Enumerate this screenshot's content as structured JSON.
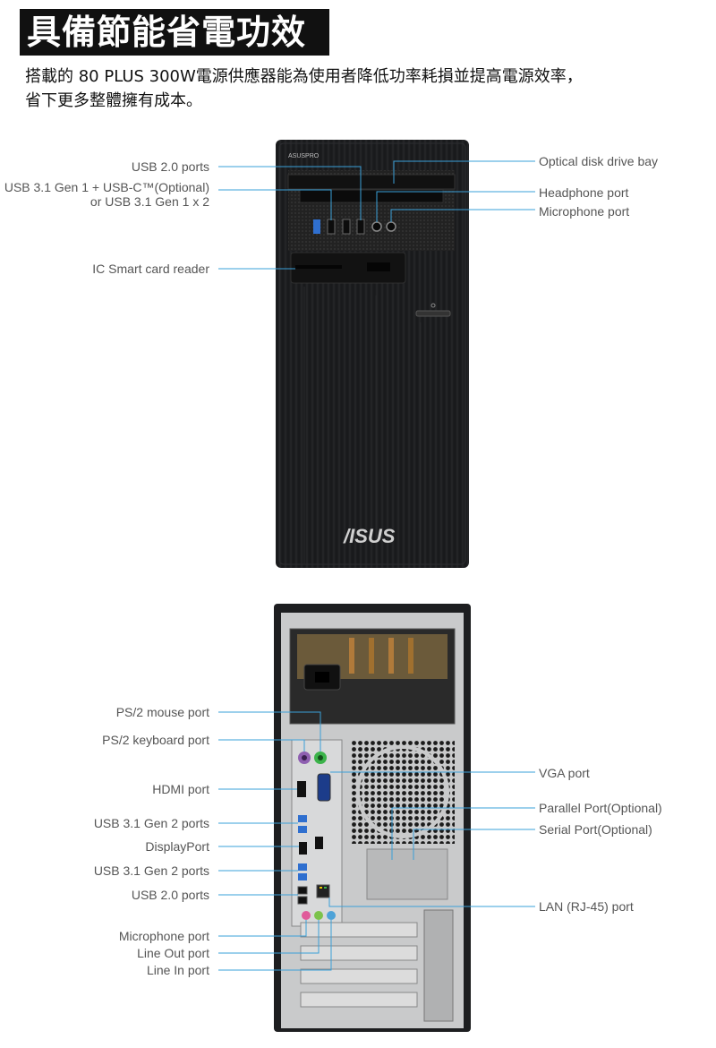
{
  "header": {
    "title": "具備節能省電功效",
    "description_line1": "搭載的 80 PLUS 300W電源供應器能為使用者降低功率耗損並提高電源效率，",
    "description_line2": "省下更多整體擁有成本。"
  },
  "front_panel": {
    "brand_top": "ASUSPRO",
    "brand_logo": "/ISUS",
    "labels_left": {
      "usb20": "USB 2.0 ports",
      "usb31_line1": "USB 3.1 Gen 1 + USB-C™(Optional)",
      "usb31_line2": "or USB 3.1 Gen 1 x 2",
      "smartcard": "IC Smart card reader"
    },
    "labels_right": {
      "optical": "Optical disk drive bay",
      "headphone": "Headphone port",
      "microphone": "Microphone port"
    }
  },
  "rear_panel": {
    "labels_left": {
      "ps2_mouse": "PS/2 mouse port",
      "ps2_keyboard": "PS/2 keyboard port",
      "hdmi": "HDMI port",
      "usb31_gen2_a": "USB 3.1 Gen 2 ports",
      "displayport": "DisplayPort",
      "usb31_gen2_b": "USB 3.1 Gen 2 ports",
      "usb20": "USB 2.0 ports",
      "microphone": "Microphone port",
      "line_out": "Line Out port",
      "line_in": "Line In port"
    },
    "labels_right": {
      "vga": "VGA port",
      "parallel": "Parallel Port(Optional)",
      "serial": "Serial Port(Optional)",
      "lan": "LAN (RJ-45) port"
    }
  },
  "colors": {
    "leader_line": "#3aa0d8",
    "case_dark": "#1d1e20",
    "case_metal": "#c9cacb",
    "ps2_mouse": "#3bb34a",
    "ps2_keyboard": "#8e5fb0",
    "usb3_blue": "#2f6fcf",
    "audio_pink": "#e05a9a",
    "audio_green": "#7cc24b",
    "audio_blue": "#4ea3d8"
  }
}
